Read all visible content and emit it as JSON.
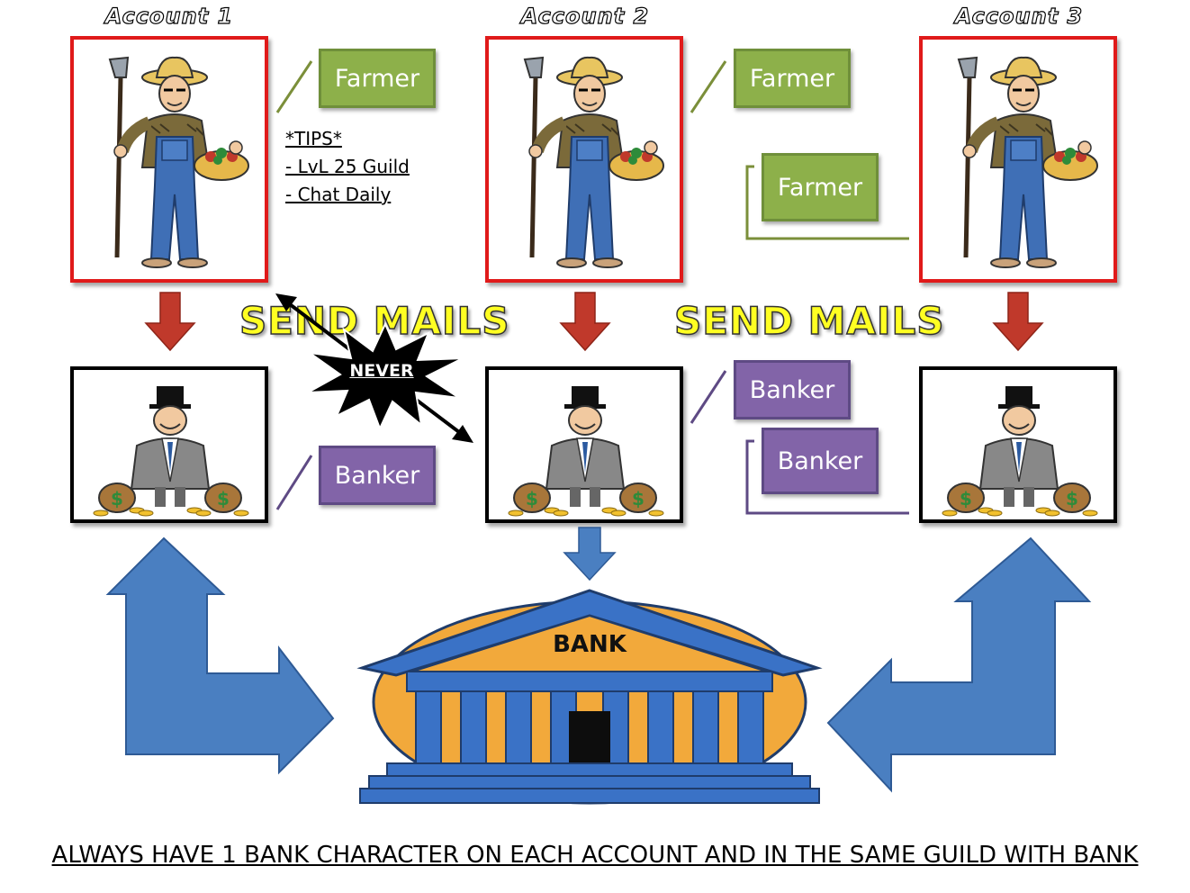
{
  "accounts": [
    {
      "title": "Account 1",
      "banker_label": "Banker",
      "farmer_label": "Farmer"
    },
    {
      "title": "Account 2",
      "banker_label": "Banker",
      "farmer_label": "Farmer"
    },
    {
      "title": "Account 3"
    }
  ],
  "extra_tags": {
    "farmer": "Farmer",
    "banker": "Banker"
  },
  "tips": {
    "heading": "*TIPS*",
    "items": [
      "- LvL 25 Guild",
      "- Chat Daily"
    ]
  },
  "send_mails": [
    "SEND MAILS",
    "SEND MAILS"
  ],
  "never_label": "NEVER",
  "bank_label": "BANK",
  "footer": "ALWAYS HAVE 1 BANK CHARACTER ON EACH ACCOUNT AND IN THE SAME GUILD WITH BANK",
  "colors": {
    "farmer_frame": "#e01a1a",
    "farmer_tag": "#8db04a",
    "banker_tag": "#8264a8",
    "down_arrow": "#c0392b",
    "blue_arrow": "#4a7fc1",
    "send_mails_text": "#ffff22"
  }
}
